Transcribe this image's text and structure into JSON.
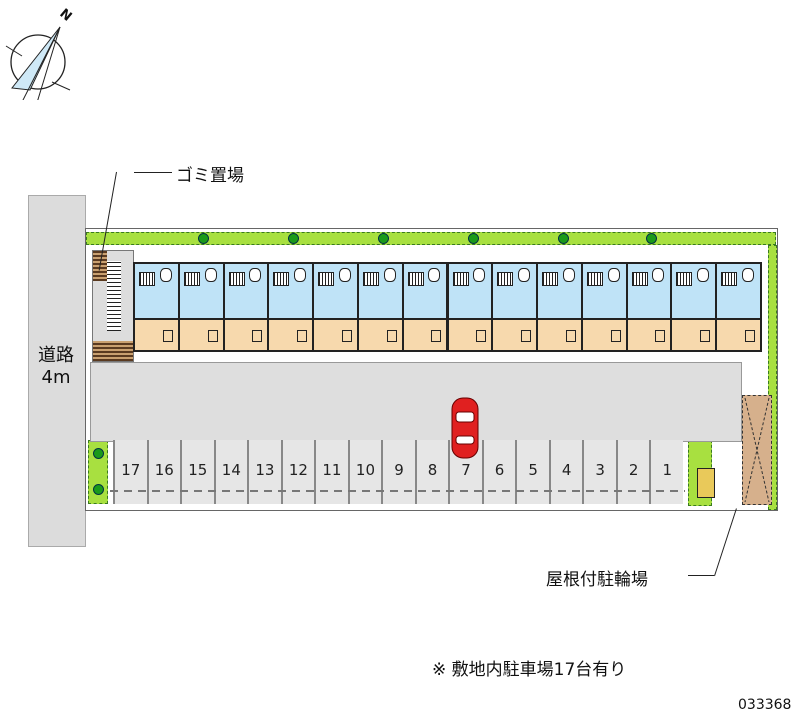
{
  "compass": {
    "label": "N"
  },
  "labels": {
    "garbage": "ゴミ置場",
    "road_line1": "道路",
    "road_line2": "4m",
    "bicycle": "屋根付駐輪場",
    "note": "※ 敷地内駐車場17台有り",
    "code": "033368"
  },
  "building": {
    "unit_count": 14
  },
  "parking": {
    "spaces": [
      "17",
      "16",
      "15",
      "14",
      "13",
      "12",
      "11",
      "10",
      "9",
      "8",
      "7",
      "6",
      "5",
      "4",
      "3",
      "2",
      "1"
    ],
    "highlighted_space": "7"
  },
  "colors": {
    "hedge": "#a8e040",
    "wet_area": "#bfe3f7",
    "room": "#f7d9ad",
    "lot": "#dedede",
    "car": "#e02020",
    "bike_shed": "#d6b08c"
  }
}
